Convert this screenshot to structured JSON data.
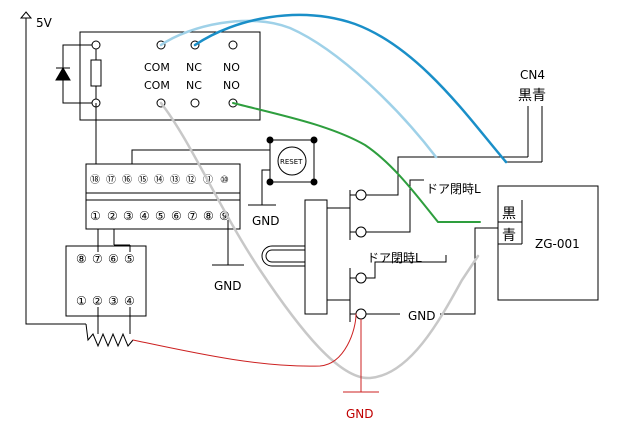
{
  "power": {
    "label": "5V"
  },
  "relay": {
    "top_labels": [
      "COM",
      "NC",
      "NO"
    ],
    "bottom_labels": [
      "COM",
      "NC",
      "NO"
    ]
  },
  "ic_top": {
    "pins": [
      "⑱",
      "⑰",
      "⑯",
      "⑮",
      "⑭",
      "⑬",
      "⑫",
      "⑪",
      "⑩"
    ]
  },
  "ic_bottom": {
    "pins": [
      "①",
      "②",
      "③",
      "④",
      "⑤",
      "⑥",
      "⑦",
      "⑧",
      "⑨"
    ]
  },
  "module": {
    "top_pins": [
      "⑧",
      "⑦",
      "⑥",
      "⑤"
    ],
    "bottom_pins": [
      "①",
      "②",
      "③",
      "④"
    ]
  },
  "reset": {
    "label": "RESET"
  },
  "gnd_labels": {
    "reset_gnd": "GND",
    "ic_gnd": "GND",
    "switch_gnd": "GND",
    "red_gnd": "GND"
  },
  "door_labels": {
    "upper": "ドア閉時L",
    "lower": "ドア閉時L"
  },
  "connector": {
    "name": "CN4",
    "colors": "黒青"
  },
  "zg001": {
    "name": "ZG-001",
    "pin_black": "黒",
    "pin_blue": "青"
  },
  "wire_colors": {
    "light_blue": "#9fd1e8",
    "blue": "#1a8fc8",
    "green": "#2e9e3e",
    "gray": "#c8c8c8",
    "red": "#cc2020",
    "black": "#000000"
  }
}
